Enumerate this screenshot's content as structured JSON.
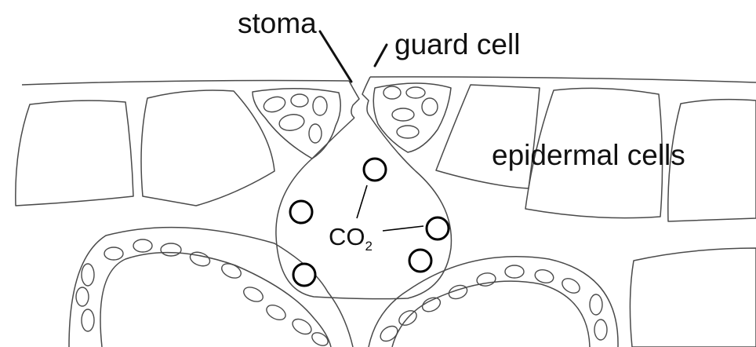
{
  "labels": {
    "stoma": "stoma",
    "guard_cell": "guard cell",
    "epidermal_cells": "epidermal cells",
    "co2_main": "CO",
    "co2_subscript": "2"
  },
  "colors": {
    "cell_outline": "#4a4a4a",
    "text": "#111111",
    "molecule_outline": "#000000",
    "background": "#ffffff"
  }
}
